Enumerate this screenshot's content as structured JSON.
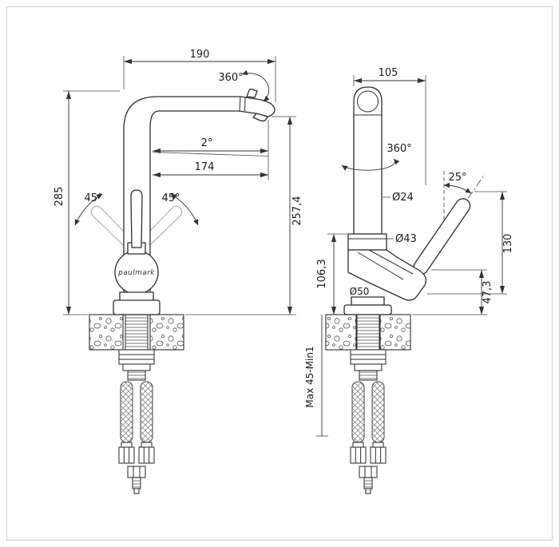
{
  "brand_label": "paulmark",
  "front_view": {
    "spout_span": "190",
    "spout_swivel": "360°",
    "spout_slope": "2°",
    "spout_reach": "174",
    "overall_height": "285",
    "outlet_height": "257,4",
    "handle_tilt_left": "45°",
    "handle_tilt_right": "45°"
  },
  "side_view": {
    "body_depth": "105",
    "body_swivel": "360°",
    "spout_diameter": "Ø24",
    "lever_angle": "25°",
    "body_diameter": "Ø43",
    "lever_length": "130",
    "body_height": "106,3",
    "base_diameter": "Ø50",
    "lever_clearance": "47,3",
    "deck_thickness": "Max 45-Min1"
  },
  "colors": {
    "line": "#2d2d2d",
    "ghost": "#b4b4b4",
    "frame": "#cfcfcf",
    "background": "#ffffff"
  }
}
